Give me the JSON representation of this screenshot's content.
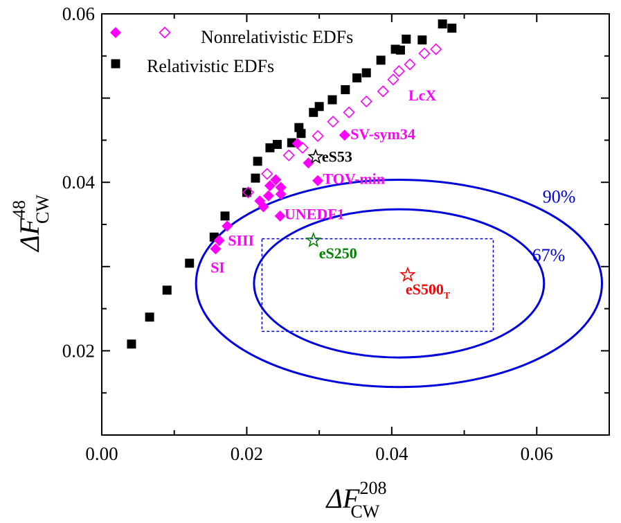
{
  "chart_data": {
    "type": "scatter",
    "xlim": [
      0.0,
      0.07
    ],
    "ylim": [
      0.01,
      0.06
    ],
    "xticks": [
      0.0,
      0.02,
      0.04,
      0.06
    ],
    "yticks": [
      0.02,
      0.04,
      0.06
    ],
    "xtick_labels": [
      "0.00",
      "0.02",
      "0.04",
      "0.06"
    ],
    "ytick_labels": [
      "0.02",
      "0.04",
      "0.06"
    ],
    "xlabel": {
      "main": "ΔF",
      "sub": "CW",
      "sup": "208"
    },
    "ylabel": {
      "main": "ΔF",
      "sub": "CW",
      "sup": "48"
    },
    "grid": false,
    "legend": {
      "placement": "top-left",
      "nonrel_label": "Nonrelativistic EDFs",
      "rel_label": "Relativistic EDFs"
    },
    "colors": {
      "nonrel": "#ff00ff",
      "rel": "#000000",
      "ellipse": "#0000dd",
      "eS53": "#000000",
      "eS250": "#008000",
      "eS500": "#ff0000"
    },
    "series": [
      {
        "name": "Relativistic EDFs",
        "marker": "square-filled",
        "points": [
          [
            0.0041,
            0.0208
          ],
          [
            0.0066,
            0.024
          ],
          [
            0.009,
            0.0272
          ],
          [
            0.0121,
            0.0304
          ],
          [
            0.0155,
            0.0335
          ],
          [
            0.017,
            0.036
          ],
          [
            0.02,
            0.0388
          ],
          [
            0.0212,
            0.0405
          ],
          [
            0.0215,
            0.0425
          ],
          [
            0.0232,
            0.0441
          ],
          [
            0.0242,
            0.0445
          ],
          [
            0.0262,
            0.0447
          ],
          [
            0.0272,
            0.0465
          ],
          [
            0.0275,
            0.0458
          ],
          [
            0.0292,
            0.0483
          ],
          [
            0.03,
            0.049
          ],
          [
            0.0318,
            0.0498
          ],
          [
            0.0336,
            0.051
          ],
          [
            0.0352,
            0.0524
          ],
          [
            0.0365,
            0.053
          ],
          [
            0.0385,
            0.0545
          ],
          [
            0.0405,
            0.0558
          ],
          [
            0.0412,
            0.0557
          ],
          [
            0.042,
            0.057
          ],
          [
            0.0442,
            0.0569
          ],
          [
            0.047,
            0.0588
          ],
          [
            0.0483,
            0.0583
          ]
        ]
      },
      {
        "name": "Nonrelativistic EDFs",
        "marker": "diamond-filled",
        "points": [
          [
            0.0157,
            0.0321
          ],
          [
            0.0162,
            0.0331
          ],
          [
            0.0173,
            0.0348
          ],
          [
            0.0218,
            0.0378
          ],
          [
            0.0223,
            0.0371
          ],
          [
            0.023,
            0.0384
          ],
          [
            0.0232,
            0.0396
          ],
          [
            0.024,
            0.0403
          ],
          [
            0.0247,
            0.0386
          ],
          [
            0.0247,
            0.0394
          ],
          [
            0.0246,
            0.036
          ],
          [
            0.027,
            0.0446
          ],
          [
            0.0285,
            0.0423
          ],
          [
            0.0298,
            0.0402
          ],
          [
            0.0335,
            0.0456
          ]
        ]
      },
      {
        "name": "Nonrelativistic EDFs (open)",
        "marker": "diamond-open",
        "points": [
          [
            0.0202,
            0.0388
          ],
          [
            0.0228,
            0.041
          ],
          [
            0.0258,
            0.0432
          ],
          [
            0.0277,
            0.0441
          ],
          [
            0.0298,
            0.0455
          ],
          [
            0.0319,
            0.0472
          ],
          [
            0.0341,
            0.0483
          ],
          [
            0.0365,
            0.0496
          ],
          [
            0.0388,
            0.0508
          ],
          [
            0.0402,
            0.0522
          ],
          [
            0.041,
            0.0532
          ],
          [
            0.0425,
            0.054
          ],
          [
            0.0445,
            0.0553
          ],
          [
            0.0461,
            0.0558
          ]
        ]
      }
    ],
    "labels": [
      {
        "text": "LcX",
        "x": 0.0423,
        "y": 0.0497
      },
      {
        "text": "SV-sym34",
        "x": 0.0343,
        "y": 0.0451
      },
      {
        "text": "TOV-min",
        "x": 0.0305,
        "y": 0.0398
      },
      {
        "text": "UNEDF1",
        "x": 0.0252,
        "y": 0.0356
      },
      {
        "text": "SIII",
        "x": 0.0174,
        "y": 0.0325
      },
      {
        "text": "SI",
        "x": 0.015,
        "y": 0.0293
      }
    ],
    "stars": [
      {
        "label": "eS53",
        "x": 0.0295,
        "y": 0.043,
        "color_key": "eS53"
      },
      {
        "label": "eS250",
        "x": 0.0292,
        "y": 0.0331,
        "color_key": "eS250"
      },
      {
        "label": "eS500",
        "sub": "T",
        "x": 0.0422,
        "y": 0.029,
        "color_key": "eS500"
      }
    ],
    "ellipses": [
      {
        "label": "90%",
        "cx": 0.041,
        "cy": 0.028,
        "rx": 0.028,
        "ry": 0.0123
      },
      {
        "label": "67%",
        "cx": 0.041,
        "cy": 0.028,
        "rx": 0.02,
        "ry": 0.0088
      }
    ],
    "rect": {
      "x0": 0.0221,
      "x1": 0.054,
      "y0": 0.0223,
      "y1": 0.0333
    }
  }
}
